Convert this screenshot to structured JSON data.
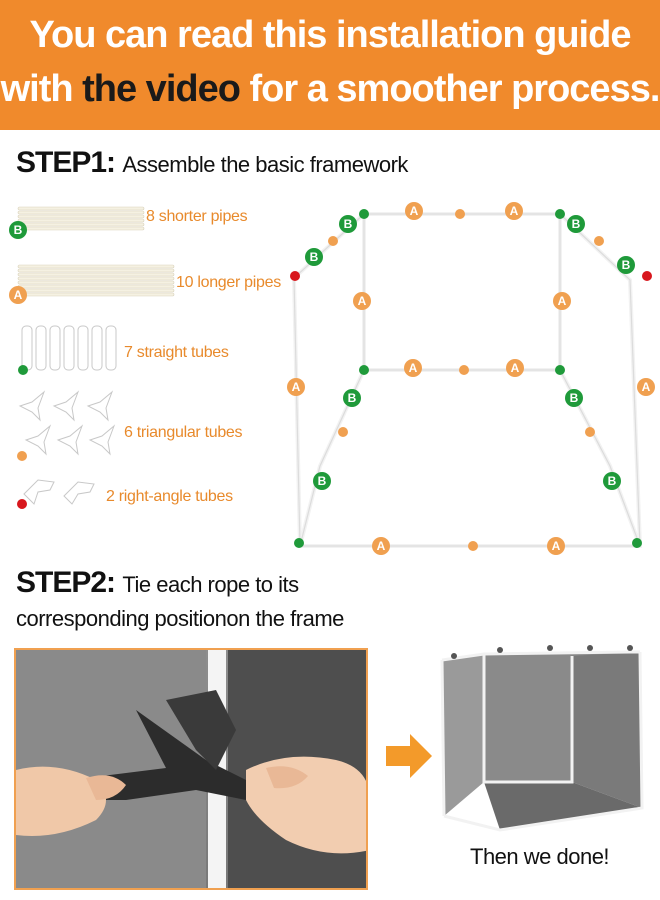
{
  "banner": {
    "line1": "You can read this installation guide",
    "line2_pre": "with ",
    "line2_highlight": "the video",
    "line2_post": " for a smoother process."
  },
  "step1": {
    "label": "STEP1:",
    "description": "Assemble the basic framework",
    "parts": [
      {
        "label": "8 shorter pipes",
        "badge": "B",
        "icon": "short-pipes-icon"
      },
      {
        "label": "10 longer pipes",
        "badge": "A",
        "icon": "long-pipes-icon"
      },
      {
        "label": "7 straight tubes",
        "icon": "straight-tubes-icon"
      },
      {
        "label": "6 triangular tubes",
        "icon": "triangular-tubes-icon"
      },
      {
        "label": "2 right-angle tubes",
        "icon": "right-angle-tubes-icon"
      }
    ],
    "frame_badges": {
      "a": "A",
      "b": "B"
    }
  },
  "step2": {
    "label": "STEP2:",
    "description_line1": "Tie each rope to its",
    "description_line2": "corresponding positionon the frame",
    "done_text": "Then we done!"
  },
  "colors": {
    "banner": "#f08a2c",
    "green": "#1f9a3a",
    "orange": "#f0a050",
    "red": "#d8171d"
  }
}
